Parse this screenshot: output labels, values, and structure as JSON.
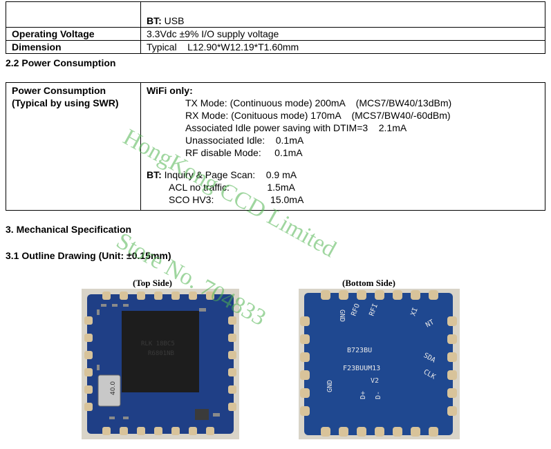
{
  "top_table": {
    "rows": [
      {
        "label": "",
        "value_bold": "BT:",
        "value": " USB"
      },
      {
        "label": "Operating Voltage",
        "value_bold": "",
        "value": "3.3Vdc  ±9% I/O supply voltage"
      },
      {
        "label": "Dimension",
        "value_bold": "",
        "value": "Typical    L12.90*W12.19*T1.60mm"
      }
    ]
  },
  "section_2_2": "2.2 Power Consumption",
  "power_table": {
    "label_line1": "Power Consumption",
    "label_line2": "(Typical by using SWR)",
    "wifi_title": "WiFi only:",
    "wifi_lines": [
      "TX Mode: (Continuous mode) 200mA    (MCS7/BW40/13dBm)",
      "RX Mode: (Conituous mode) 170mA    (MCS7/BW40/-60dBm)",
      "Associated Idle power saving with DTIM=3    2.1mA",
      "Unassociated Idle:    0.1mA",
      "RF disable Mode:     0.1mA"
    ],
    "bt_label": "BT:",
    "bt_first": " Inquiry & Page Scan:    0.9 mA",
    "bt_lines": [
      "ACL no traffic:              1.5mA",
      "SCO HV3:                     15.0mA"
    ]
  },
  "section_3": "3. Mechanical Specification",
  "section_3_1": "3.1 Outline Drawing (Unit:  ±0.15mm)",
  "caption_top": "(Top Side)",
  "caption_bottom": "(Bottom Side)",
  "watermark": {
    "line1": "HongKong CCD Limited",
    "line2": "Store No. 704833"
  },
  "chip_marking": {
    "line1": "RLK 18BC5",
    "line2": "R6801NB",
    "crystal": "40.0"
  },
  "bottom_marking": {
    "line1": "B723BU",
    "line2": "F23BUUM13",
    "line3": "V2",
    "pins": [
      "GND",
      "RFO",
      "RFI",
      "XI",
      "NT",
      "SDA",
      "CLK",
      "GND",
      "D+",
      "D-"
    ]
  },
  "colors": {
    "pcb": "#1f3f86",
    "pad": "#d8c39a",
    "chip": "#1d1d1d",
    "watermark": "#50b450"
  }
}
